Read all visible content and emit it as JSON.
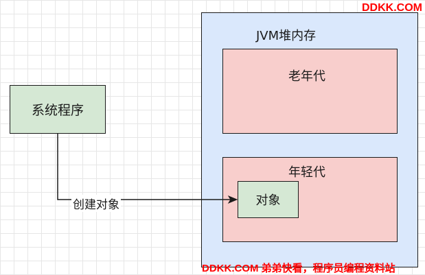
{
  "diagram": {
    "source_box": "系统程序",
    "heap_label": "JVM堆内存",
    "old_gen_label": "老年代",
    "young_gen_label": "年轻代",
    "object_box": "对象",
    "edge_label": "创建对象"
  },
  "watermark": {
    "top": "DDKK.COM",
    "bottom": "DDKK.COM 弟弟快看，程序员编程资料站"
  },
  "colors": {
    "green_fill": "#d5e8d4",
    "blue_fill": "#dae8fc",
    "red_fill": "#f8cecc",
    "watermark": "#ff0000"
  }
}
